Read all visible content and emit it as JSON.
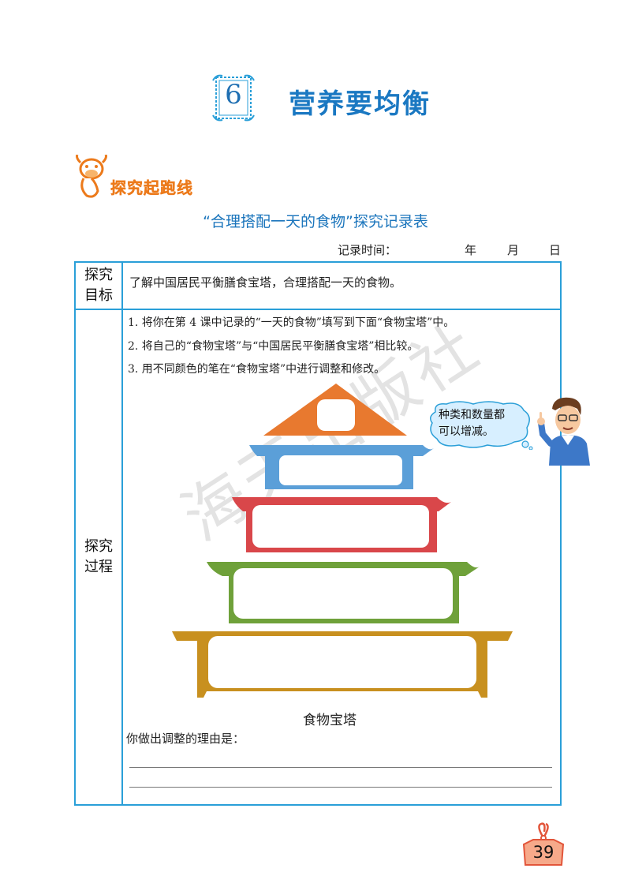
{
  "header": {
    "lesson_number": "6",
    "lesson_title": "营养要均衡"
  },
  "section": {
    "label": "探究起跑线"
  },
  "record_table": {
    "title": "“合理搭配一天的食物”探究记录表",
    "record_time_label": "记录时间：",
    "year_label": "年",
    "month_label": "月",
    "day_label": "日",
    "rows": [
      {
        "head_line1": "探究",
        "head_line2": "目标",
        "content": "了解中国居民平衡膳食宝塔，合理搭配一天的食物。"
      },
      {
        "head_line1": "探究",
        "head_line2": "过程"
      }
    ],
    "steps": [
      "1.  将你在第 4 课中记录的“一天的食物”填写到下面“食物宝塔”中。",
      "2.  将自己的“食物宝塔”与“中国居民平衡膳食宝塔”相比较。",
      "3.  用不同颜色的笔在“食物宝塔”中进行调整和修改。"
    ],
    "pyramid_caption": "食物宝塔",
    "reason_label": "你做出调整的理由是："
  },
  "pyramid_colors": {
    "top": "#e8792f",
    "tier2": "#5b9fd8",
    "tier3": "#d9474a",
    "tier4": "#6fa13a",
    "base": "#c8901f"
  },
  "speech_bubble": {
    "line1": "种类和数量都",
    "line2": "可以增减。"
  },
  "watermark": "海天出版社",
  "page_number": "39"
}
